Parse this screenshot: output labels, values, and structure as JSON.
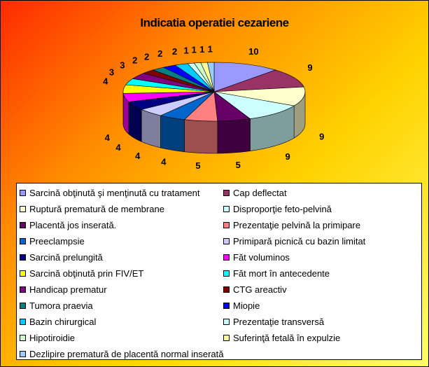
{
  "chart_data": {
    "type": "pie",
    "title": "Indicatia operatiei cezariene",
    "legend_position": "bottom",
    "slices": [
      {
        "label": "Sarcină obţinută şi menţinută cu tratament",
        "value": 10,
        "color": "#9999ff"
      },
      {
        "label": "Cap deflectat",
        "value": 9,
        "color": "#993366"
      },
      {
        "label": "Ruptură prematură de membrane",
        "value": 9,
        "color": "#ffffcc"
      },
      {
        "label": "Disproporţie feto-pelvină",
        "value": 9,
        "color": "#ccffff"
      },
      {
        "label": "Placentă jos inserată.",
        "value": 5,
        "color": "#660066"
      },
      {
        "label": "Prezentaţie pelvină la primipare",
        "value": 5,
        "color": "#ff8080"
      },
      {
        "label": "Preeclampsie",
        "value": 4,
        "color": "#0066cc"
      },
      {
        "label": "Primipară picnică cu bazin limitat",
        "value": 4,
        "color": "#ccccff"
      },
      {
        "label": "Sarcină prelungită",
        "value": 4,
        "color": "#000080"
      },
      {
        "label": "Făt voluminos",
        "value": 4,
        "color": "#ff00ff"
      },
      {
        "label": "Sarcină obţinută prin FIV/ET",
        "value": 4,
        "color": "#ffff00"
      },
      {
        "label": "Făt mort în antecedente",
        "value": 3,
        "color": "#00ffff"
      },
      {
        "label": "Handicap prematur",
        "value": 3,
        "color": "#800080"
      },
      {
        "label": "CTG areactiv",
        "value": 2,
        "color": "#800000"
      },
      {
        "label": "Tumora praevia",
        "value": 2,
        "color": "#008080"
      },
      {
        "label": "Miopie",
        "value": 2,
        "color": "#0000ff"
      },
      {
        "label": "Bazin chirurgical",
        "value": 2,
        "color": "#00ccff"
      },
      {
        "label": "Prezentaţie transversă",
        "value": 1,
        "color": "#ccffff"
      },
      {
        "label": "Hipotiroidie",
        "value": 1,
        "color": "#ccffcc"
      },
      {
        "label": "Suferinţă fetală în expulzie",
        "value": 1,
        "color": "#ffff99"
      },
      {
        "label": "Dezlipire prematură de placentă normal inserată",
        "value": 1,
        "color": "#99ccff"
      }
    ]
  }
}
